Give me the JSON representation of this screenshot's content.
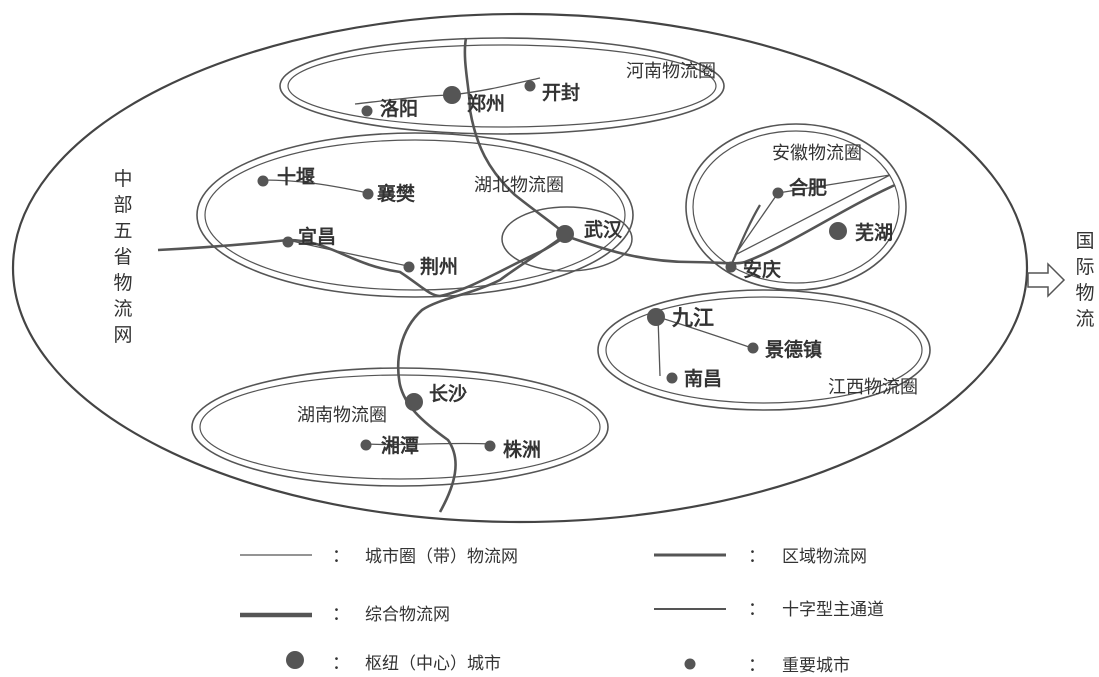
{
  "outer_region_label": "中部五省物流网",
  "international_label": "国际物流",
  "circles": {
    "henan": "河南物流圈",
    "hubei": "湖北物流圈",
    "anhui": "安徽物流圈",
    "jiangxi": "江西物流圈",
    "hunan": "湖南物流圈"
  },
  "cities": {
    "luoyang": "洛阳",
    "zhengzhou": "郑州",
    "kaifeng": "开封",
    "shiyan": "十堰",
    "xiangfan": "襄樊",
    "yichang": "宜昌",
    "jingzhou": "荆州",
    "wuhan": "武汉",
    "hefei": "合肥",
    "wuhu": "芜湖",
    "anqing": "安庆",
    "jiujiang": "九江",
    "jingdezhen": "景德镇",
    "nanchang": "南昌",
    "changsha": "长沙",
    "xiangtan": "湘潭",
    "zhuzhou": "株洲"
  },
  "legend": {
    "colon": "：",
    "city_ring_network": "城市圈（带）物流网",
    "regional_network": "区域物流网",
    "integrated_network": "综合物流网",
    "cross_corridor": "十字型主通道",
    "hub_city": "枢纽（中心）城市",
    "important_city": "重要城市"
  }
}
